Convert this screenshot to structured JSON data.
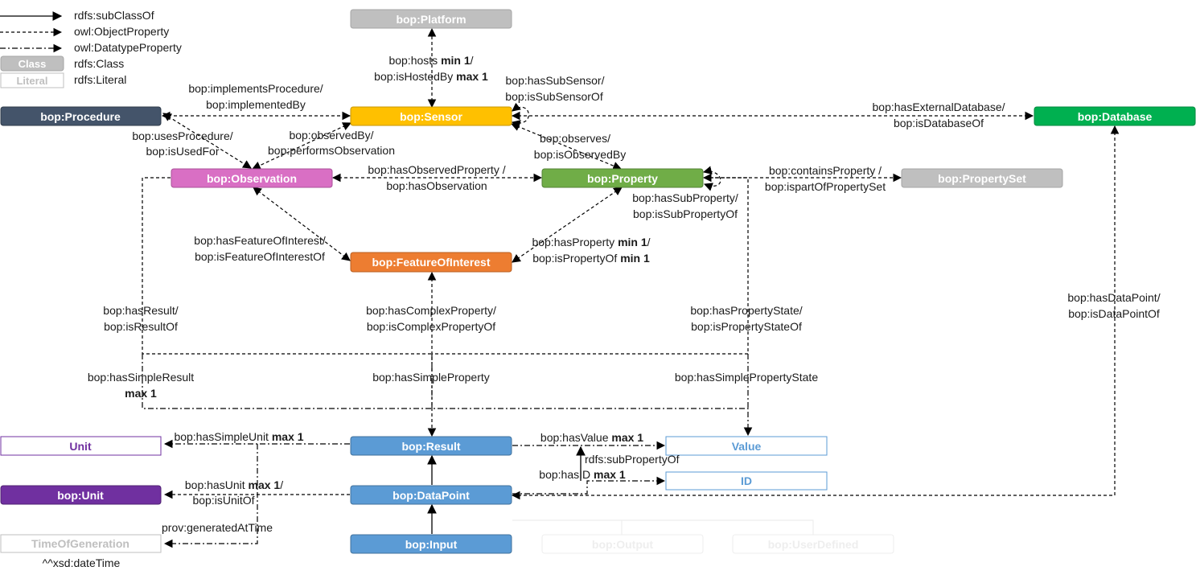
{
  "legend": {
    "subclass": "rdfs:subClassOf",
    "object_property": "owl:ObjectProperty",
    "datatype_property": "owl:DatatypeProperty",
    "class_box": "Class",
    "class_desc": "rdfs:Class",
    "literal_box": "Literal",
    "literal_desc": "rdfs:Literal"
  },
  "nodes": {
    "platform": "bop:Platform",
    "procedure": "bop:Procedure",
    "sensor": "bop:Sensor",
    "database": "bop:Database",
    "observation": "bop:Observation",
    "property": "bop:Property",
    "property_set": "bop:PropertySet",
    "feature_of_interest": "bop:FeatureOfInterest",
    "unit_literal": "Unit",
    "result": "bop:Result",
    "value_literal": "Value",
    "unit": "bop:Unit",
    "data_point": "bop:DataPoint",
    "id_literal": "ID",
    "time_literal": "TimeOfGeneration",
    "input": "bop:Input",
    "output": "bop:Output",
    "user_defined": "bop:UserDefined"
  },
  "edges": {
    "hosts_1": "bop:hosts",
    "hosts_1b": "min 1",
    "hosts_1c": "/",
    "hosts_2": "bop:isHostedBy",
    "hosts_2b": "max 1",
    "implements_1": "bop:implementsProcedure/",
    "implements_2": "bop:implementedBy",
    "subsensor_1": "bop:hasSubSensor/",
    "subsensor_2": "bop:isSubSensorOf",
    "extdb_1": "bop:hasExternalDatabase/",
    "extdb_2": "bop:isDatabaseOf",
    "uses_1": "bop:usesProcedure/",
    "uses_2": "bop:isUsedFor",
    "observedby_1": "bop:observedBy/",
    "observedby_2": "bop:performsObservation",
    "observes_1": "bop:observes/",
    "observes_2": "bop:isObservedBy",
    "hasobsprop_1": "bop:hasObservedProperty /",
    "hasobsprop_2": "bop:hasObservation",
    "contains_1": "bop:containsProperty /",
    "contains_2": "bop:ispartOfPropertySet",
    "subprop_1": "bop:hasSubProperty/",
    "subprop_2": "bop:isSubPropertyOf",
    "foi_1": "bop:hasFeatureOfInterest/",
    "foi_2": "bop:isFeatureOfInterestOf",
    "hasprop_1": "bop:hasProperty",
    "hasprop_1b": "min 1",
    "hasprop_1c": "/",
    "hasprop_2": "bop:isPropertyOf",
    "hasprop_2b": "min 1",
    "hasresult_1": "bop:hasResult/",
    "hasresult_2": "bop:isResultOf",
    "complex_1": "bop:hasComplexProperty/",
    "complex_2": "bop:isComplexPropertyOf",
    "propstate_1": "bop:hasPropertyState/",
    "propstate_2": "bop:isPropertyStateOf",
    "datapoint_1": "bop:hasDataPoint/",
    "datapoint_2": "bop:isDataPointOf",
    "simpleresult_1": "bop:hasSimpleResult",
    "simpleresult_2": "max 1",
    "simpleprop": "bop:hasSimpleProperty",
    "simplepropstate": "bop:hasSimplePropertyState",
    "simpleunit_1": "bop:hasSimpleUnit",
    "simpleunit_1b": "max 1",
    "hasvalue_1": "bop:hasValue",
    "hasvalue_1b": "max 1",
    "subpropof": "rdfs:subPropertyOf",
    "hasid_1": "bop:hasID",
    "hasid_1b": "max 1",
    "hasunit_1": "bop:hasUnit",
    "hasunit_1b": "max 1",
    "hasunit_1c": "/",
    "hasunit_2": "bop:isUnitOf",
    "generated": "prov:generatedAtTime",
    "datetime": "^^xsd:dateTime"
  },
  "colors": {
    "platform": "#bfbfbf",
    "procedure": "#44546a",
    "sensor": "#ffc000",
    "database": "#00b050",
    "observation": "#d96fc4",
    "property": "#70ad47",
    "property_set": "#bfbfbf",
    "feature_of_interest": "#ed7d31",
    "result": "#5b9bd5",
    "unit": "#7030a0",
    "unit_literal_text": "#7030a0",
    "value_literal_text": "#5b9bd5"
  }
}
